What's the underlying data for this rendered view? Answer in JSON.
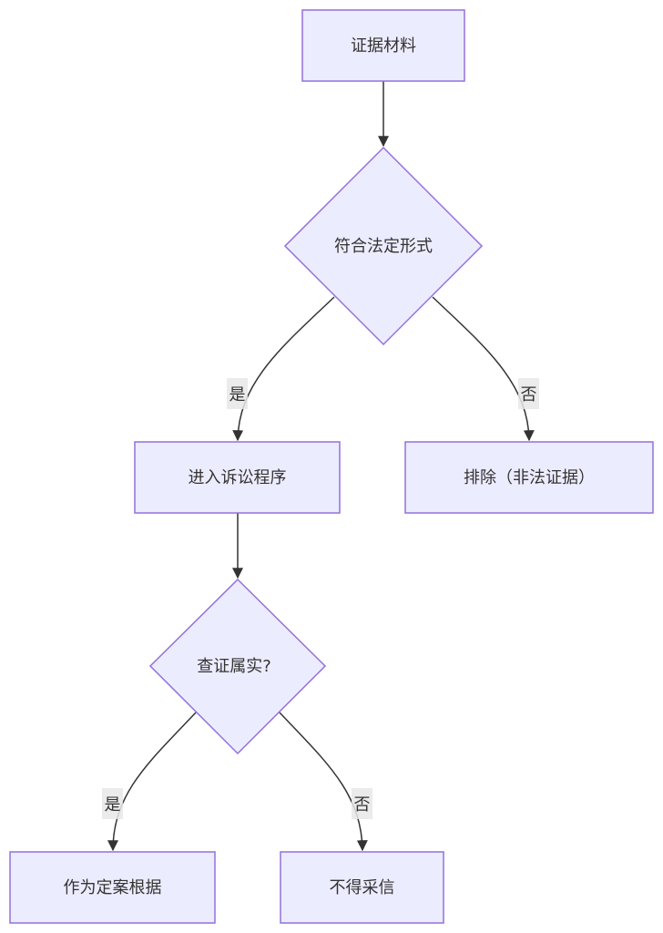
{
  "diagram": {
    "type": "flowchart",
    "direction": "top-down",
    "colors": {
      "node_fill": "#ECECFF",
      "node_stroke": "#9370DB",
      "edge": "#333333",
      "text": "#333333",
      "label_bg": "#e8e8e8"
    },
    "nodes": [
      {
        "id": "A",
        "shape": "rect",
        "label": "证据材料"
      },
      {
        "id": "B",
        "shape": "diamond",
        "label": "符合法定形式"
      },
      {
        "id": "C",
        "shape": "rect",
        "label": "进入诉讼程序"
      },
      {
        "id": "D",
        "shape": "rect",
        "label": "排除（非法证据）"
      },
      {
        "id": "E",
        "shape": "diamond",
        "label": "查证属实?"
      },
      {
        "id": "F",
        "shape": "rect",
        "label": "作为定案根据"
      },
      {
        "id": "G",
        "shape": "rect",
        "label": "不得采信"
      }
    ],
    "edges": [
      {
        "from": "A",
        "to": "B",
        "label": ""
      },
      {
        "from": "B",
        "to": "C",
        "label": "是"
      },
      {
        "from": "B",
        "to": "D",
        "label": "否"
      },
      {
        "from": "C",
        "to": "E",
        "label": ""
      },
      {
        "from": "E",
        "to": "F",
        "label": "是"
      },
      {
        "from": "E",
        "to": "G",
        "label": "否"
      }
    ]
  }
}
